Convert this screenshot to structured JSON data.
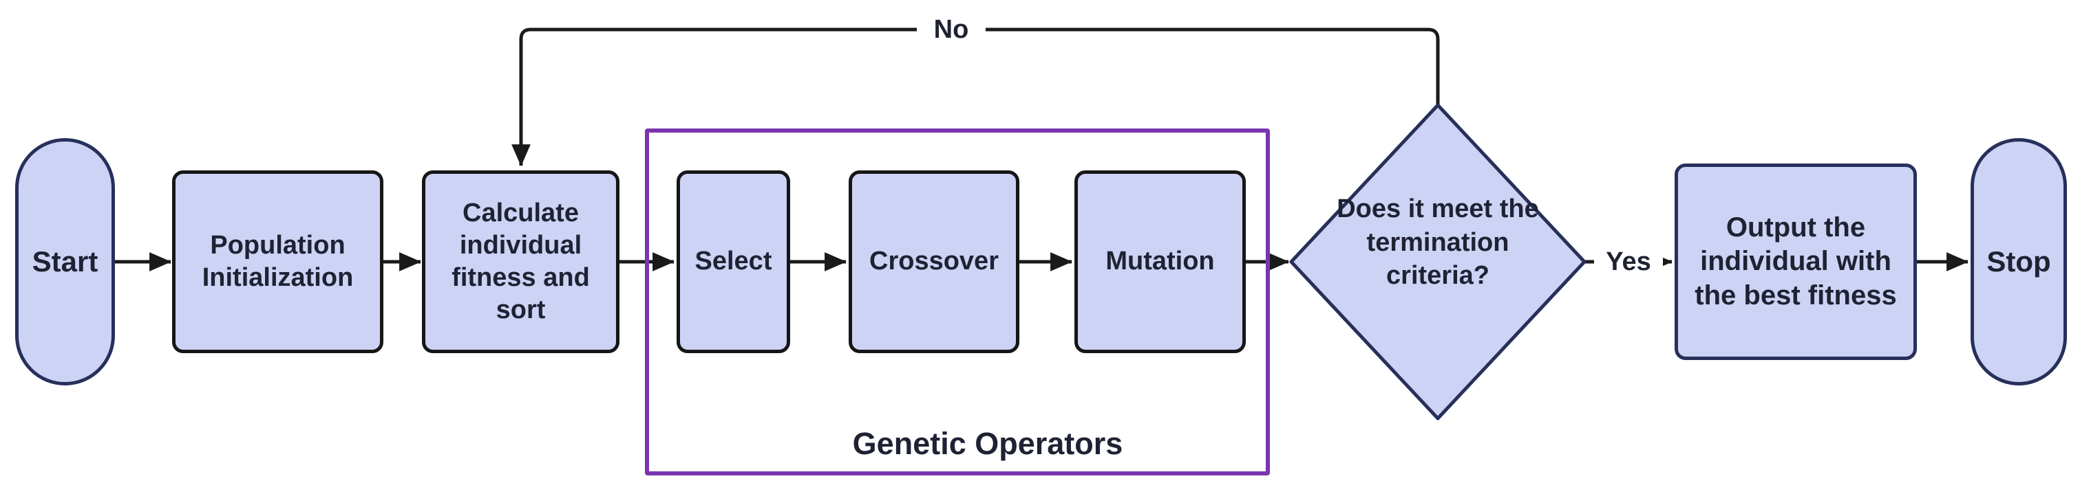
{
  "flowchart": {
    "nodes": {
      "start": "Start",
      "population_initialization": "Population Initialization",
      "calculate_fitness": "Calculate individual fitness and sort",
      "select": "Select",
      "crossover": "Crossover",
      "mutation": "Mutation",
      "termination_decision": "Does it meet the termination criteria?",
      "output_best": "Output the individual with the best fitness",
      "stop": "Stop"
    },
    "group_label": "Genetic Operators",
    "edge_labels": {
      "no": "No",
      "yes": "Yes"
    },
    "colors": {
      "node_fill": "#cdd3f4",
      "border_black": "#161616",
      "border_navy": "#26305a",
      "group_border_purple": "#7a35af",
      "connector": "#1a1a1a",
      "label_text": "#1f2233",
      "background": "#ffffff"
    }
  }
}
